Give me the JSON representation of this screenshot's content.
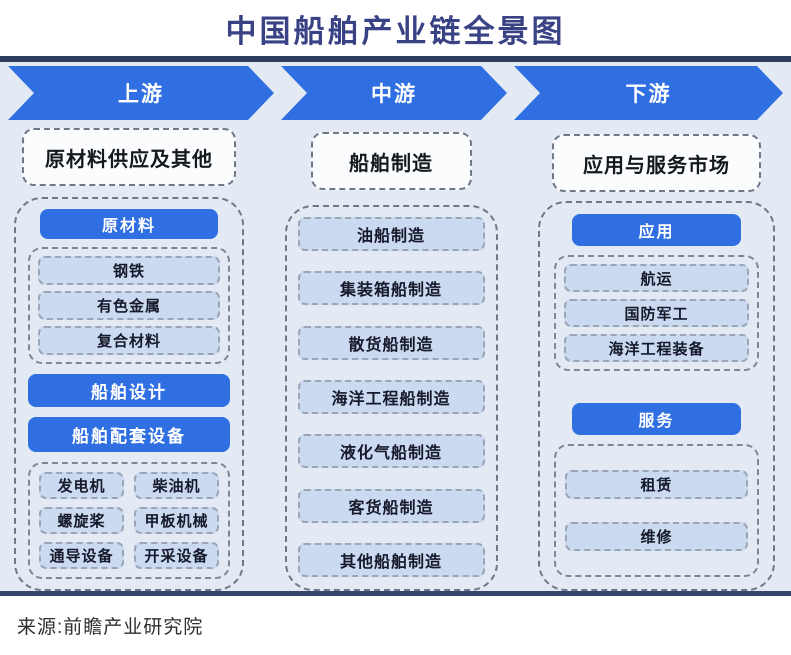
{
  "title": "中国船舶产业链全景图",
  "source": "来源:前瞻产业研究院",
  "colors": {
    "accent_blue": "#2f6fe2",
    "light_pill": "#cbd9f1",
    "top_bar": "#2e3c5e",
    "bottom_bar": "#35466f",
    "title_text": "#3a4286",
    "content_bg": "#e4eaf4"
  },
  "stages": [
    {
      "label": "上游"
    },
    {
      "label": "中游"
    },
    {
      "label": "下游"
    }
  ],
  "columns": [
    {
      "header": "原材料供应及其他",
      "material_group": {
        "title": "原材料",
        "items": [
          "钢铁",
          "有色金属",
          "复合材料"
        ]
      },
      "design_pill": "船舶设计",
      "equipment_pill": "船舶配套设备",
      "equipment_items": [
        "发电机",
        "柴油机",
        "螺旋桨",
        "甲板机械",
        "通导设备",
        "开采设备"
      ]
    },
    {
      "header": "船舶制造",
      "items": [
        "油船制造",
        "集装箱船制造",
        "散货船制造",
        "海洋工程船制造",
        "液化气船制造",
        "客货船制造",
        "其他船舶制造"
      ]
    },
    {
      "header": "应用与服务市场",
      "application_group": {
        "title": "应用",
        "items": [
          "航运",
          "国防军工",
          "海洋工程装备"
        ]
      },
      "service_group": {
        "title": "服务",
        "items": [
          "租赁",
          "维修"
        ]
      }
    }
  ]
}
